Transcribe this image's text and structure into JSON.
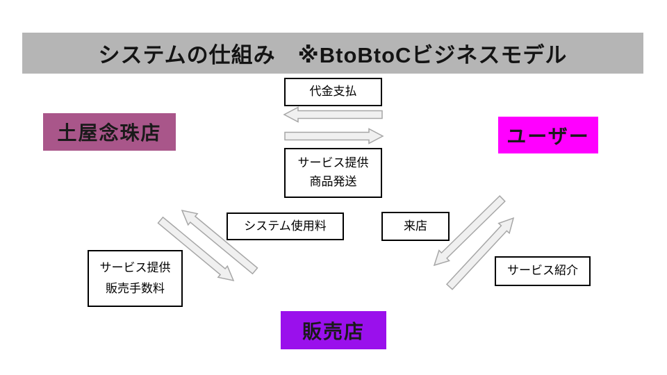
{
  "title": {
    "text": "システムの仕組み　※BtoBtoCビジネスモデル"
  },
  "entities": {
    "shop": {
      "label": "土屋念珠店",
      "bg": "#a9568a"
    },
    "user": {
      "label": "ユーザー",
      "bg": "#ff00ff"
    },
    "store": {
      "label": "販売店",
      "bg": "#9a10ec"
    }
  },
  "labels": {
    "payment": "代金支払",
    "service_shipping": {
      "line1": "サービス提供",
      "line2": "商品発送"
    },
    "system_fee": "システム使用料",
    "visit": "来店",
    "service_commission": {
      "line1": "サービス提供",
      "line2": "販売手数料"
    },
    "service_intro": "サービス紹介"
  },
  "colors": {
    "title_bar_bg": "#b5b5b5",
    "arrow_fill": "#f0f0f0",
    "arrow_stroke": "#a6a6a6"
  }
}
